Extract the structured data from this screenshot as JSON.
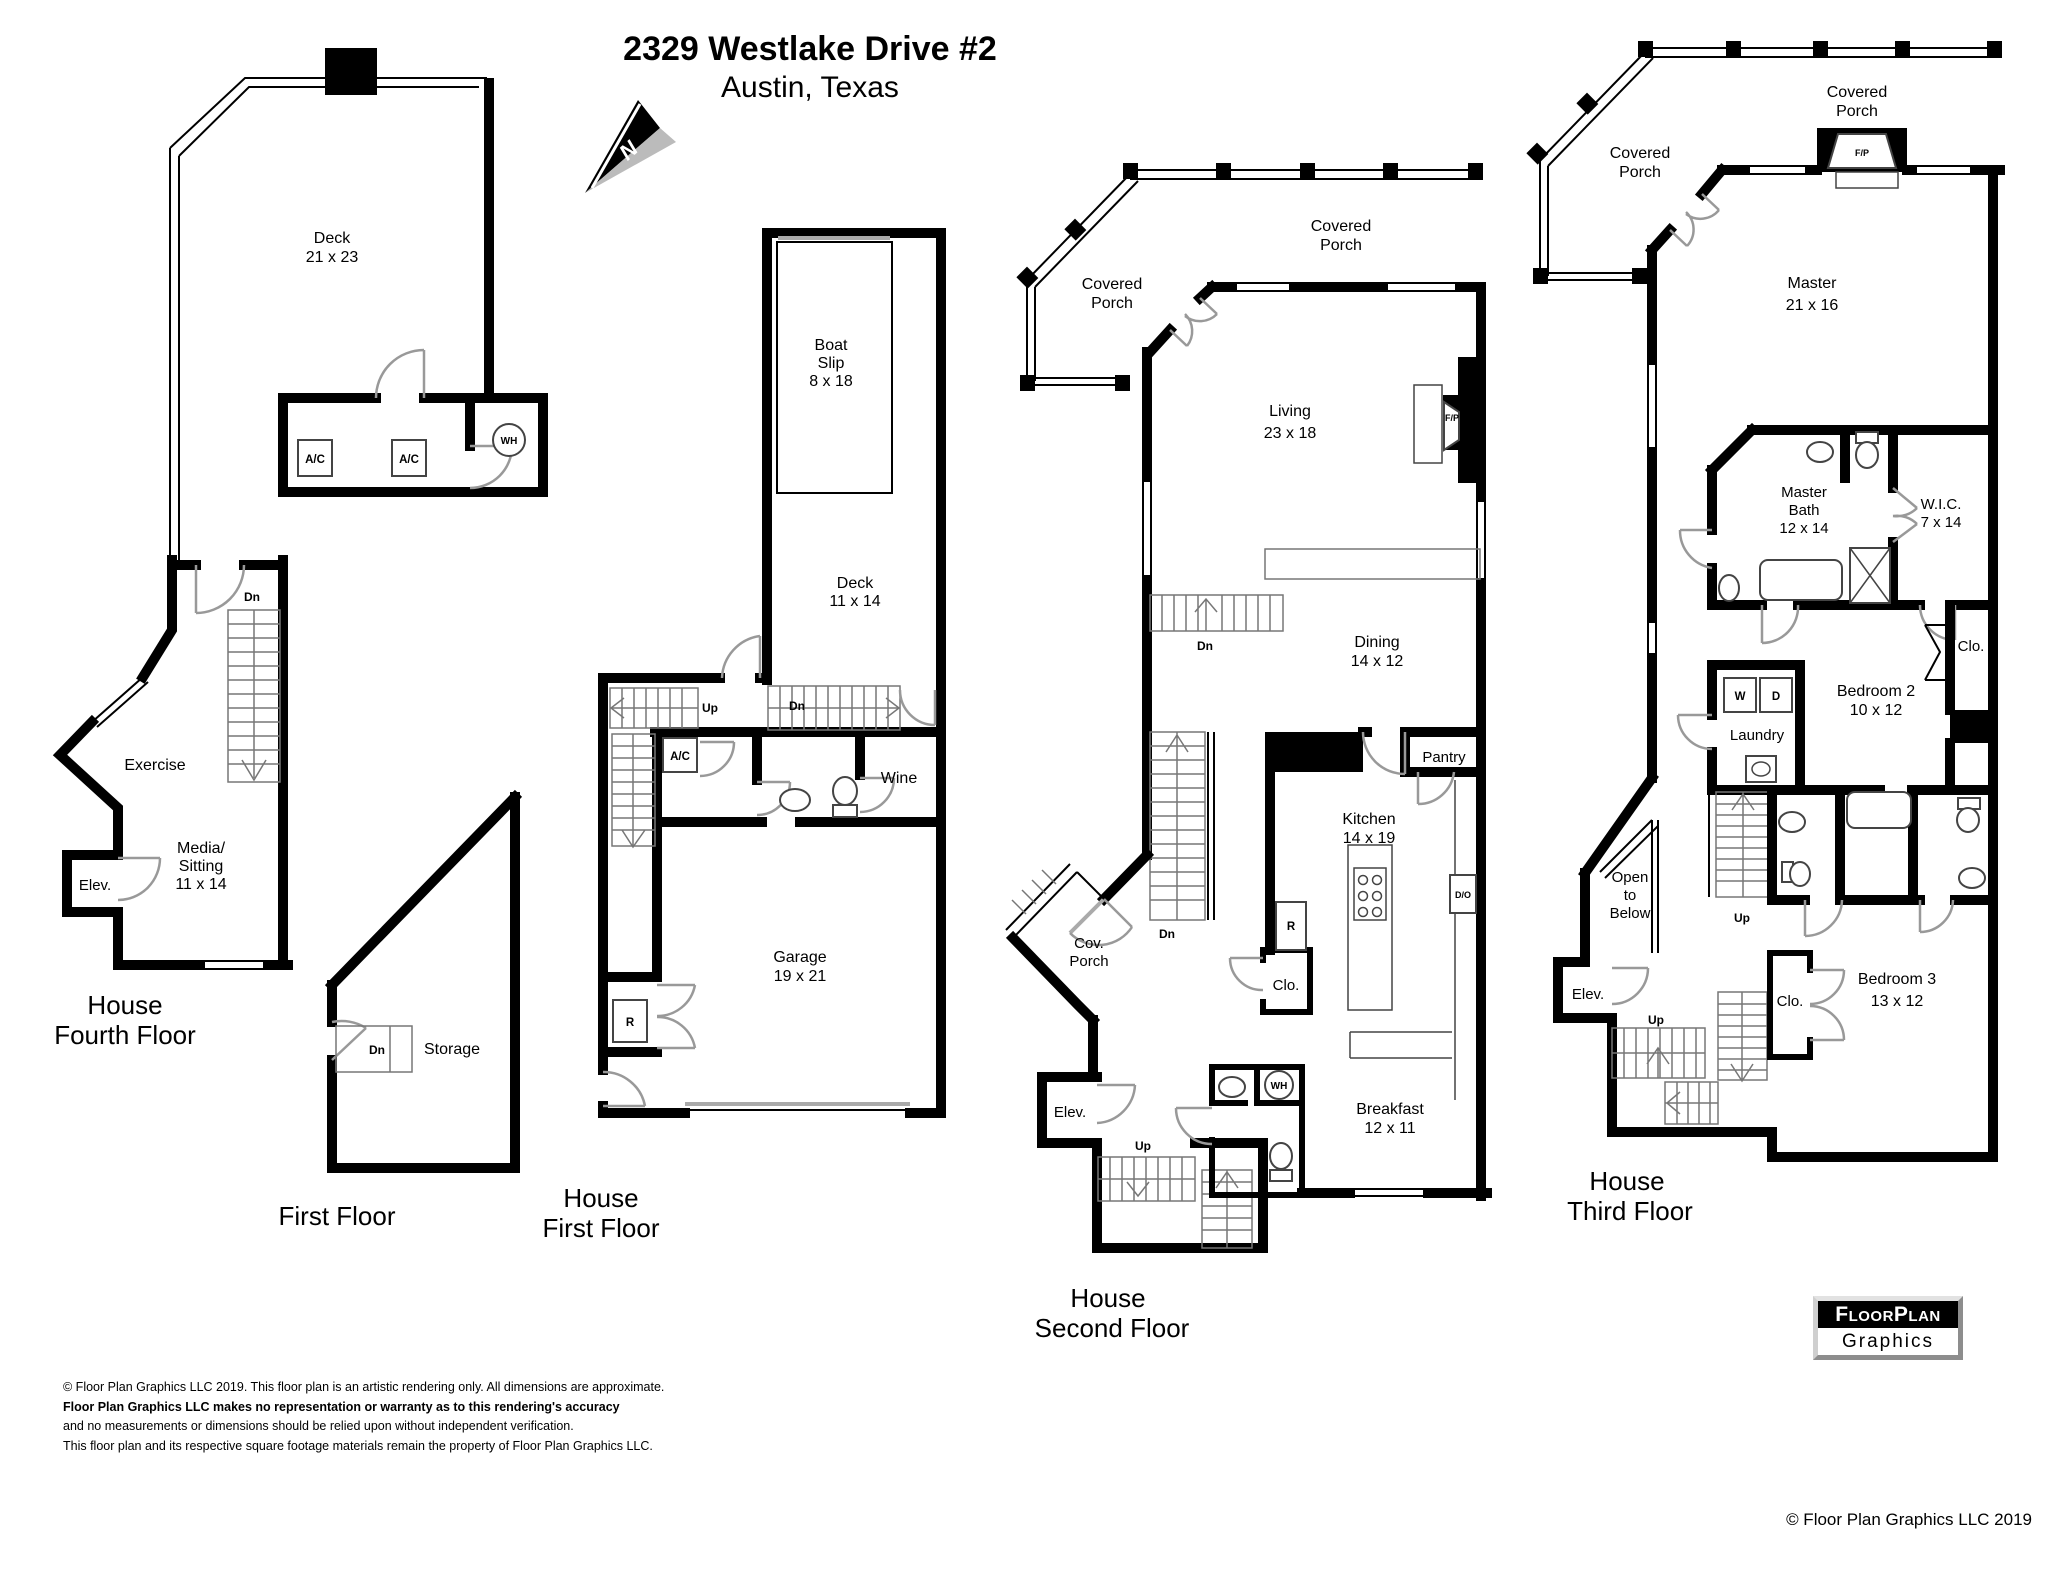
{
  "header": {
    "title": "2329 Westlake Drive #2",
    "subtitle": "Austin, Texas"
  },
  "north": {
    "letter": "N"
  },
  "glyphs": {
    "dn": "Dn",
    "up": "Up",
    "ac": "A/C",
    "wh": "WH",
    "r": "R",
    "do": "D/O",
    "w": "W",
    "d": "D",
    "fp": "F/P",
    "elev": "Elev.",
    "clo": "Clo.",
    "covered": "Covered",
    "porch": "Porch",
    "cov": "Cov.",
    "house": "House"
  },
  "floors": {
    "fourth": {
      "title2": "Fourth Floor",
      "deck": "Deck",
      "deck_dims": "21 x 23",
      "exercise": "Exercise",
      "media1": "Media/",
      "media2": "Sitting",
      "media3": "11 x 14"
    },
    "storage": {
      "title": "First Floor",
      "storage": "Storage"
    },
    "first": {
      "title2": "First Floor",
      "boat1": "Boat",
      "boat2": "Slip",
      "boat3": "8 x 18",
      "deck": "Deck",
      "deck_dims": "11 x 14",
      "wine": "Wine",
      "garage": "Garage",
      "garage_dims": "19 x 21"
    },
    "second": {
      "title2": "Second Floor",
      "living": "Living",
      "living_dims": "23 x 18",
      "dining": "Dining",
      "dining_dims": "14 x 12",
      "kitchen": "Kitchen",
      "kitchen_dims": "14 x 19",
      "pantry": "Pantry",
      "breakfast": "Breakfast",
      "breakfast_dims": "12 x 11"
    },
    "third": {
      "title2": "Third Floor",
      "master": "Master",
      "master_dims": "21 x 16",
      "mbath1": "Master",
      "mbath2": "Bath",
      "mbath3": "12 x 14",
      "wic": "W.I.C.",
      "wic_dims": "7 x 14",
      "laundry": "Laundry",
      "bed2": "Bedroom 2",
      "bed2_dims": "10 x 12",
      "open1": "Open",
      "open2": "to",
      "open3": "Below",
      "bed3": "Bedroom 3",
      "bed3_dims": "13 x 12"
    }
  },
  "logo": {
    "line1": "FloorPlan",
    "line2": "Graphics"
  },
  "disclaimer": {
    "line1": "© Floor Plan Graphics LLC 2019. This floor plan is an artistic rendering only. All dimensions are approximate.",
    "line2": "Floor Plan Graphics LLC makes no representation or warranty as to this rendering's accuracy",
    "line3": "and no measurements or dimensions should be relied upon without independent verification.",
    "line4": "This floor plan and its respective square footage materials remain the property of Floor Plan Graphics LLC."
  },
  "footer": {
    "copyright": "© Floor Plan Graphics LLC 2019"
  }
}
